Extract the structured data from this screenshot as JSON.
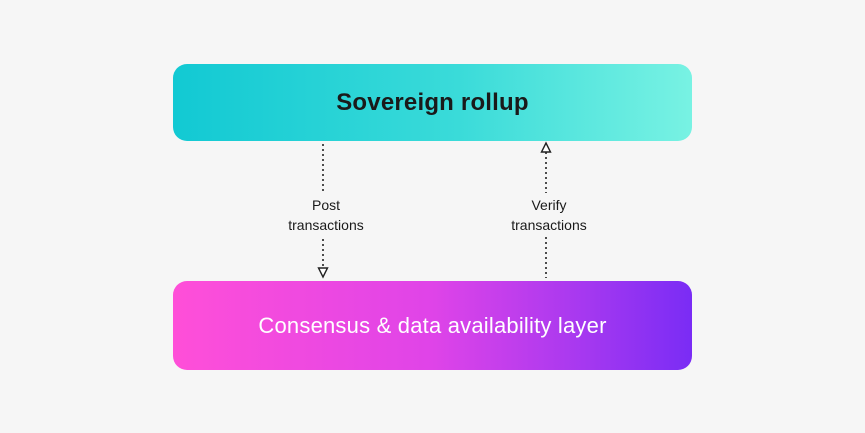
{
  "diagram": {
    "top_box": {
      "label": "Sovereign rollup"
    },
    "bottom_box": {
      "label": "Consensus & data availability layer"
    },
    "edges": [
      {
        "direction": "down",
        "line1": "Post",
        "line2": "transactions"
      },
      {
        "direction": "up",
        "line1": "Verify",
        "line2": "transactions"
      }
    ]
  }
}
